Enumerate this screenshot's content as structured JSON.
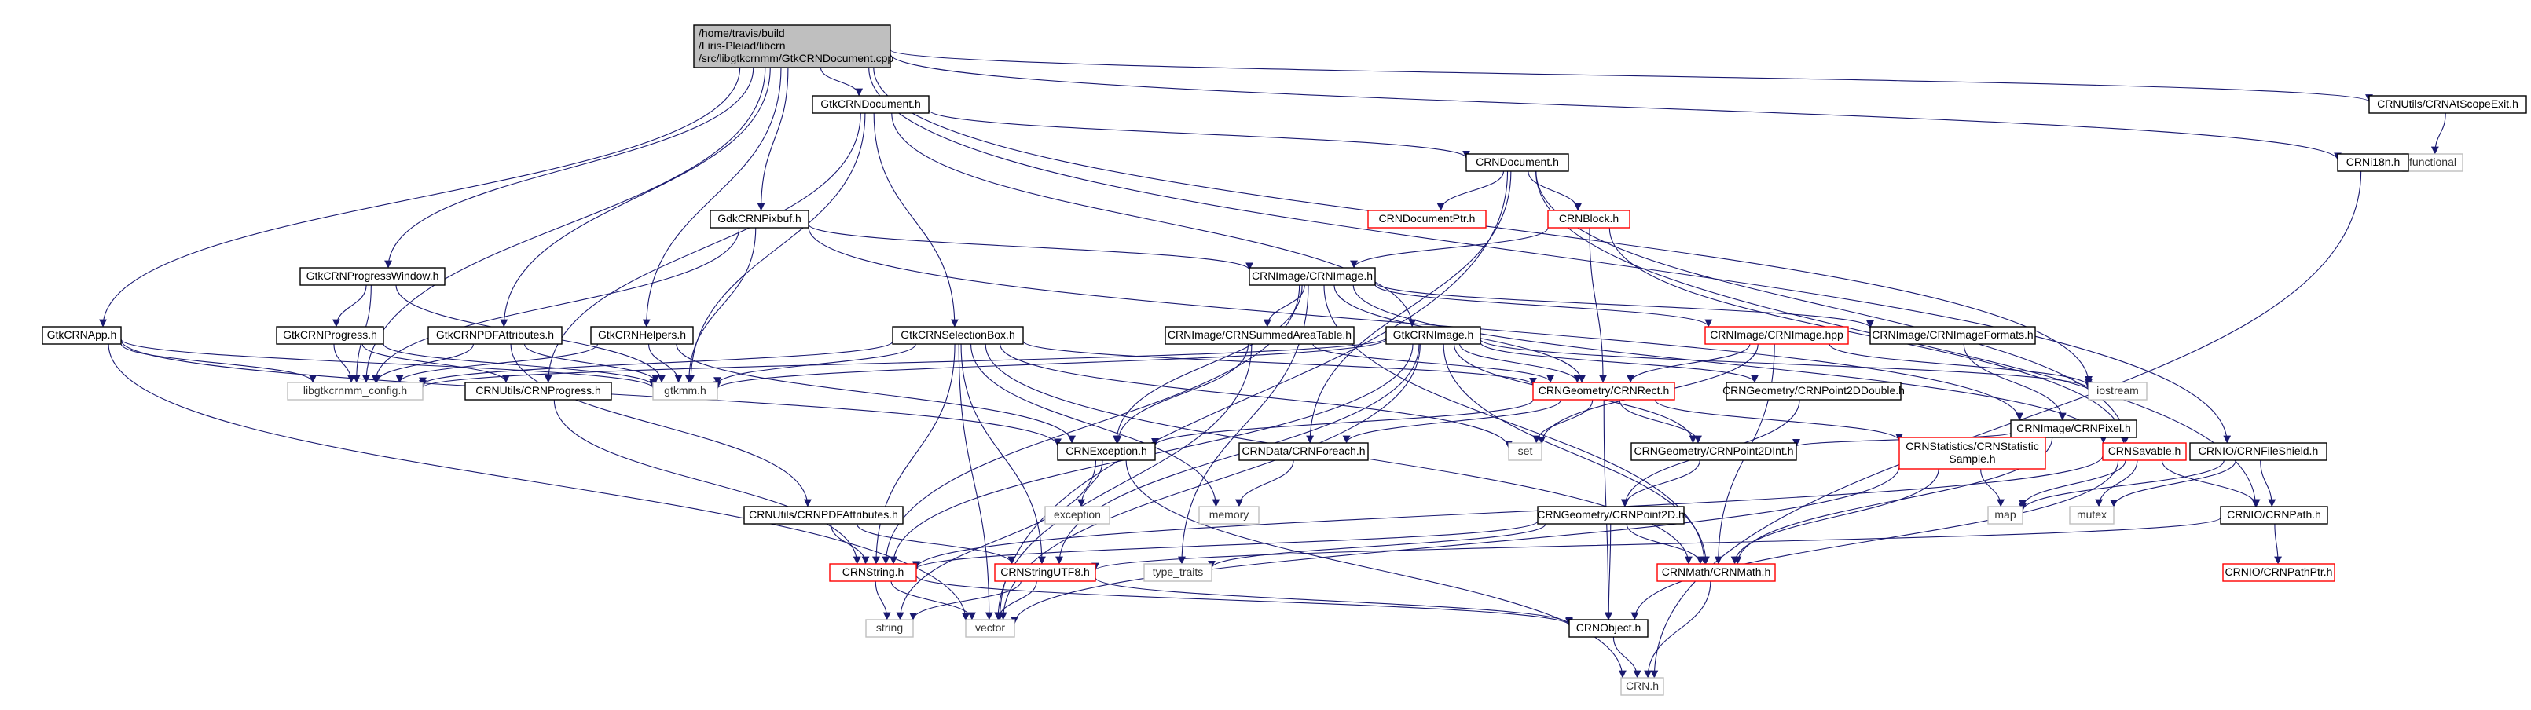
{
  "diagram": {
    "colors": {
      "root_fill": "#bfbfbf",
      "doc_border": "#000000",
      "missing_border": "#ff0000",
      "external_border": "#bfbfbf",
      "edge": "#191970"
    },
    "nodes": [
      {
        "id": "root",
        "lines": [
          "/home/travis/build",
          "/Liris-Pleiad/libcrn",
          "/src/libgtkcrnmm/GtkCRNDocument.cpp"
        ],
        "kind": "root"
      },
      {
        "id": "gtkcrndocument_h",
        "lines": [
          "GtkCRNDocument.h"
        ],
        "kind": "doc"
      },
      {
        "id": "crnutils_crnatscopeexit_h",
        "lines": [
          "CRNUtils/CRNAtScopeExit.h"
        ],
        "kind": "doc"
      },
      {
        "id": "functional",
        "lines": [
          "functional"
        ],
        "kind": "external"
      },
      {
        "id": "crni18n_h",
        "lines": [
          "CRNi18n.h"
        ],
        "kind": "doc"
      },
      {
        "id": "crndocument_h",
        "lines": [
          "CRNDocument.h"
        ],
        "kind": "doc"
      },
      {
        "id": "crndocumentptr_h",
        "lines": [
          "CRNDocumentPtr.h"
        ],
        "kind": "missing"
      },
      {
        "id": "crnblock_h",
        "lines": [
          "CRNBlock.h"
        ],
        "kind": "missing"
      },
      {
        "id": "gdkcrnpixbuf_h",
        "lines": [
          "GdkCRNPixbuf.h"
        ],
        "kind": "doc"
      },
      {
        "id": "crnimage_crnimage_h",
        "lines": [
          "CRNImage/CRNImage.h"
        ],
        "kind": "doc"
      },
      {
        "id": "gtkcrnprogresswindow_h",
        "lines": [
          "GtkCRNProgressWindow.h"
        ],
        "kind": "doc"
      },
      {
        "id": "gtkcrnprogress_h",
        "lines": [
          "GtkCRNProgress.h"
        ],
        "kind": "doc"
      },
      {
        "id": "gtkcrnpdfattributes_h",
        "lines": [
          "GtkCRNPDFAttributes.h"
        ],
        "kind": "doc"
      },
      {
        "id": "gtkcrnhelpers_h",
        "lines": [
          "GtkCRNHelpers.h"
        ],
        "kind": "doc"
      },
      {
        "id": "gtkcrnapp_h",
        "lines": [
          "GtkCRNApp.h"
        ],
        "kind": "doc"
      },
      {
        "id": "libgtkcrnmm_config_h",
        "lines": [
          "libgtkcrnmm_config.h"
        ],
        "kind": "external"
      },
      {
        "id": "gtkmm_h",
        "lines": [
          "gtkmm.h"
        ],
        "kind": "external"
      },
      {
        "id": "crnutils_crnprogress_h",
        "lines": [
          "CRNUtils/CRNProgress.h"
        ],
        "kind": "doc"
      },
      {
        "id": "gtkcrnselectionbox_h",
        "lines": [
          "GtkCRNSelectionBox.h"
        ],
        "kind": "doc"
      },
      {
        "id": "crnimage_crnsummedareatable_h",
        "lines": [
          "CRNImage/CRNSummedAreaTable.h"
        ],
        "kind": "doc"
      },
      {
        "id": "gtkcrnimage_h",
        "lines": [
          "GtkCRNImage.h"
        ],
        "kind": "doc"
      },
      {
        "id": "crnimage_crnimage_hpp",
        "lines": [
          "CRNImage/CRNImage.hpp"
        ],
        "kind": "missing"
      },
      {
        "id": "crnimage_crnimageformats_h",
        "lines": [
          "CRNImage/CRNImageFormats.h"
        ],
        "kind": "doc"
      },
      {
        "id": "crngeometry_crnrect_h",
        "lines": [
          "CRNGeometry/CRNRect.h"
        ],
        "kind": "missing"
      },
      {
        "id": "crngeometry_crnpoint2ddouble_h",
        "lines": [
          "CRNGeometry/CRNPoint2DDouble.h"
        ],
        "kind": "doc"
      },
      {
        "id": "iostream",
        "lines": [
          "iostream"
        ],
        "kind": "external"
      },
      {
        "id": "crnimage_crnpixel_h",
        "lines": [
          "CRNImage/CRNPixel.h"
        ],
        "kind": "doc"
      },
      {
        "id": "crnexception_h",
        "lines": [
          "CRNException.h"
        ],
        "kind": "doc"
      },
      {
        "id": "crndata_crnforeach_h",
        "lines": [
          "CRNData/CRNForeach.h"
        ],
        "kind": "doc"
      },
      {
        "id": "set",
        "lines": [
          "set"
        ],
        "kind": "external"
      },
      {
        "id": "crngeometry_crnpoint2dint_h",
        "lines": [
          "CRNGeometry/CRNPoint2DInt.h"
        ],
        "kind": "doc"
      },
      {
        "id": "crnstatistics_crnstatisticsample_h",
        "lines": [
          "CRNStatistics/CRNStatistic",
          "Sample.h"
        ],
        "kind": "missing"
      },
      {
        "id": "crnsavable_h",
        "lines": [
          "CRNSavable.h"
        ],
        "kind": "missing"
      },
      {
        "id": "crnio_crnfileshield_h",
        "lines": [
          "CRNIO/CRNFileShield.h"
        ],
        "kind": "doc"
      },
      {
        "id": "exception",
        "lines": [
          "exception"
        ],
        "kind": "external"
      },
      {
        "id": "memory",
        "lines": [
          "memory"
        ],
        "kind": "external"
      },
      {
        "id": "crnutils_crnpdfattributes_h",
        "lines": [
          "CRNUtils/CRNPDFAttributes.h"
        ],
        "kind": "doc"
      },
      {
        "id": "crngeometry_crnpoint2d_h",
        "lines": [
          "CRNGeometry/CRNPoint2D.h"
        ],
        "kind": "doc"
      },
      {
        "id": "map",
        "lines": [
          "map"
        ],
        "kind": "external"
      },
      {
        "id": "mutex",
        "lines": [
          "mutex"
        ],
        "kind": "external"
      },
      {
        "id": "crnio_crnpath_h",
        "lines": [
          "CRNIO/CRNPath.h"
        ],
        "kind": "doc"
      },
      {
        "id": "crnstring_h",
        "lines": [
          "CRNString.h"
        ],
        "kind": "missing"
      },
      {
        "id": "crnstringutf8_h",
        "lines": [
          "CRNStringUTF8.h"
        ],
        "kind": "missing"
      },
      {
        "id": "type_traits",
        "lines": [
          "type_traits"
        ],
        "kind": "external"
      },
      {
        "id": "crnmath_crnmath_h",
        "lines": [
          "CRNMath/CRNMath.h"
        ],
        "kind": "missing"
      },
      {
        "id": "crnio_crnpathptr_h",
        "lines": [
          "CRNIO/CRNPathPtr.h"
        ],
        "kind": "missing"
      },
      {
        "id": "string",
        "lines": [
          "string"
        ],
        "kind": "external"
      },
      {
        "id": "vector",
        "lines": [
          "vector"
        ],
        "kind": "external"
      },
      {
        "id": "crnobject_h",
        "lines": [
          "CRNObject.h"
        ],
        "kind": "doc"
      },
      {
        "id": "crn_h",
        "lines": [
          "CRN.h"
        ],
        "kind": "external"
      }
    ],
    "edges": [
      [
        "root",
        "gtkcrndocument_h"
      ],
      [
        "root",
        "crnutils_crnatscopeexit_h"
      ],
      [
        "root",
        "crni18n_h"
      ],
      [
        "root",
        "gdkcrnpixbuf_h"
      ],
      [
        "root",
        "gtkcrnprogresswindow_h"
      ],
      [
        "root",
        "gtkcrnpdfattributes_h"
      ],
      [
        "root",
        "gtkcrnhelpers_h"
      ],
      [
        "root",
        "gtkcrnapp_h"
      ],
      [
        "root",
        "libgtkcrnmm_config_h"
      ],
      [
        "root",
        "crnio_crnfileshield_h"
      ],
      [
        "root",
        "iostream"
      ],
      [
        "crnutils_crnatscopeexit_h",
        "functional"
      ],
      [
        "crni18n_h",
        "crn_h"
      ],
      [
        "gtkcrndocument_h",
        "crndocument_h"
      ],
      [
        "gtkcrndocument_h",
        "gtkcrnselectionbox_h"
      ],
      [
        "gtkcrndocument_h",
        "gtkcrnimage_h"
      ],
      [
        "gtkcrndocument_h",
        "gtkmm_h"
      ],
      [
        "gtkcrndocument_h",
        "crnutils_crnprogress_h"
      ],
      [
        "crndocument_h",
        "crndocumentptr_h"
      ],
      [
        "crndocument_h",
        "crnblock_h"
      ],
      [
        "crndocument_h",
        "crnsavable_h"
      ],
      [
        "crndocument_h",
        "crnio_crnpath_h"
      ],
      [
        "crndocument_h",
        "crndata_crnforeach_h"
      ],
      [
        "crndocument_h",
        "vector"
      ],
      [
        "crnblock_h",
        "crnimage_crnimage_h"
      ],
      [
        "crnblock_h",
        "crngeometry_crnrect_h"
      ],
      [
        "crnblock_h",
        "crnsavable_h"
      ],
      [
        "gdkcrnpixbuf_h",
        "crnimage_crnimage_h"
      ],
      [
        "gdkcrnpixbuf_h",
        "gtkmm_h"
      ],
      [
        "gdkcrnpixbuf_h",
        "libgtkcrnmm_config_h"
      ],
      [
        "gdkcrnpixbuf_h",
        "crnimage_crnpixel_h"
      ],
      [
        "crnimage_crnimage_h",
        "crnimage_crnsummedareatable_h"
      ],
      [
        "crnimage_crnimage_h",
        "crnimage_crnimage_hpp"
      ],
      [
        "crnimage_crnimage_h",
        "crnimage_crnimageformats_h"
      ],
      [
        "crnimage_crnimage_h",
        "crnexception_h"
      ],
      [
        "crnimage_crnimage_h",
        "type_traits"
      ],
      [
        "crnimage_crnimage_h",
        "crnstring_h"
      ],
      [
        "crnimage_crnimage_h",
        "crnmath_crnmath_h"
      ],
      [
        "crnimage_crnimage_h",
        "crngeometry_crnrect_h"
      ],
      [
        "crnimage_crnimage_h",
        "crnsavable_h"
      ],
      [
        "gtkcrnprogresswindow_h",
        "gtkcrnprogress_h"
      ],
      [
        "gtkcrnprogresswindow_h",
        "gtkmm_h"
      ],
      [
        "gtkcrnprogresswindow_h",
        "libgtkcrnmm_config_h"
      ],
      [
        "gtkcrnprogress_h",
        "crnutils_crnprogress_h"
      ],
      [
        "gtkcrnprogress_h",
        "gtkmm_h"
      ],
      [
        "gtkcrnprogress_h",
        "libgtkcrnmm_config_h"
      ],
      [
        "gtkcrnpdfattributes_h",
        "crnutils_crnpdfattributes_h"
      ],
      [
        "gtkcrnpdfattributes_h",
        "gtkmm_h"
      ],
      [
        "gtkcrnpdfattributes_h",
        "libgtkcrnmm_config_h"
      ],
      [
        "gtkcrnhelpers_h",
        "gtkmm_h"
      ],
      [
        "gtkcrnhelpers_h",
        "libgtkcrnmm_config_h"
      ],
      [
        "gtkcrnhelpers_h",
        "crnexception_h"
      ],
      [
        "gtkcrnapp_h",
        "gtkmm_h"
      ],
      [
        "gtkcrnapp_h",
        "libgtkcrnmm_config_h"
      ],
      [
        "gtkcrnapp_h",
        "crnexception_h"
      ],
      [
        "gtkcrnapp_h",
        "vector"
      ],
      [
        "crnutils_crnprogress_h",
        "crnstring_h"
      ],
      [
        "gtkcrnselectionbox_h",
        "gtkmm_h"
      ],
      [
        "gtkcrnselectionbox_h",
        "libgtkcrnmm_config_h"
      ],
      [
        "gtkcrnselectionbox_h",
        "crngeometry_crnrect_h"
      ],
      [
        "gtkcrnselectionbox_h",
        "set"
      ],
      [
        "gtkcrnselectionbox_h",
        "memory"
      ],
      [
        "gtkcrnselectionbox_h",
        "crnstring_h"
      ],
      [
        "gtkcrnselectionbox_h",
        "crnstringutf8_h"
      ],
      [
        "gtkcrnselectionbox_h",
        "vector"
      ],
      [
        "gtkcrnselectionbox_h",
        "crnmath_crnmath_h"
      ],
      [
        "crnimage_crnsummedareatable_h",
        "crngeometry_crnrect_h"
      ],
      [
        "crnimage_crnsummedareatable_h",
        "crnexception_h"
      ],
      [
        "crnimage_crnsummedareatable_h",
        "vector"
      ],
      [
        "gtkcrnimage_h",
        "gtkmm_h"
      ],
      [
        "gtkcrnimage_h",
        "libgtkcrnmm_config_h"
      ],
      [
        "gtkcrnimage_h",
        "crngeometry_crnrect_h"
      ],
      [
        "gtkcrnimage_h",
        "crngeometry_crnpoint2ddouble_h"
      ],
      [
        "gtkcrnimage_h",
        "crngeometry_crnpoint2dint_h"
      ],
      [
        "gtkcrnimage_h",
        "iostream"
      ],
      [
        "gtkcrnimage_h",
        "crnstring_h"
      ],
      [
        "gtkcrnimage_h",
        "crnstringutf8_h"
      ],
      [
        "gtkcrnimage_h",
        "vector"
      ],
      [
        "gtkcrnimage_h",
        "crnmath_crnmath_h"
      ],
      [
        "crnimage_crnimage_hpp",
        "crngeometry_crnrect_h"
      ],
      [
        "crnimage_crnimage_hpp",
        "iostream"
      ],
      [
        "crnimage_crnimage_hpp",
        "set"
      ],
      [
        "crnimage_crnimage_hpp",
        "crnmath_crnmath_h"
      ],
      [
        "crnimage_crnimageformats_h",
        "crnimage_crnpixel_h"
      ],
      [
        "crnimage_crnpixel_h",
        "crngeometry_crnpoint2dint_h"
      ],
      [
        "crnimage_crnpixel_h",
        "crnmath_crnmath_h"
      ],
      [
        "crngeometry_crnrect_h",
        "crnexception_h"
      ],
      [
        "crngeometry_crnrect_h",
        "crndata_crnforeach_h"
      ],
      [
        "crngeometry_crnrect_h",
        "set"
      ],
      [
        "crngeometry_crnrect_h",
        "crngeometry_crnpoint2dint_h"
      ],
      [
        "crngeometry_crnrect_h",
        "crnstatistics_crnstatisticsample_h"
      ],
      [
        "crngeometry_crnrect_h",
        "crnobject_h"
      ],
      [
        "crngeometry_crnpoint2ddouble_h",
        "crngeometry_crnpoint2d_h"
      ],
      [
        "crngeometry_crnpoint2dint_h",
        "crngeometry_crnpoint2d_h"
      ],
      [
        "crnexception_h",
        "exception"
      ],
      [
        "crnexception_h",
        "string"
      ],
      [
        "crnexception_h",
        "crn_h"
      ],
      [
        "crndata_crnforeach_h",
        "memory"
      ],
      [
        "crnstatistics_crnstatisticsample_h",
        "map"
      ],
      [
        "crnstatistics_crnstatisticsample_h",
        "vector"
      ],
      [
        "crnstatistics_crnstatisticsample_h",
        "crnmath_crnmath_h"
      ],
      [
        "crnsavable_h",
        "map"
      ],
      [
        "crnsavable_h",
        "mutex"
      ],
      [
        "crnsavable_h",
        "crnio_crnpath_h"
      ],
      [
        "crnsavable_h",
        "crnobject_h"
      ],
      [
        "crnsavable_h",
        "crnstring_h"
      ],
      [
        "crnio_crnfileshield_h",
        "map"
      ],
      [
        "crnio_crnfileshield_h",
        "mutex"
      ],
      [
        "crnio_crnfileshield_h",
        "crnio_crnpath_h"
      ],
      [
        "crnutils_crnpdfattributes_h",
        "crnstring_h"
      ],
      [
        "crnutils_crnpdfattributes_h",
        "crnstringutf8_h"
      ],
      [
        "crngeometry_crnpoint2d_h",
        "crnmath_crnmath_h"
      ],
      [
        "crngeometry_crnpoint2d_h",
        "type_traits"
      ],
      [
        "crngeometry_crnpoint2d_h",
        "crnobject_h"
      ],
      [
        "crngeometry_crnpoint2d_h",
        "crnstring_h"
      ],
      [
        "crnio_crnpath_h",
        "crnio_crnpathptr_h"
      ],
      [
        "crnio_crnpath_h",
        "crnstringutf8_h"
      ],
      [
        "crnstring_h",
        "string"
      ],
      [
        "crnstring_h",
        "vector"
      ],
      [
        "crnstring_h",
        "crnobject_h"
      ],
      [
        "crnstringutf8_h",
        "string"
      ],
      [
        "crnstringutf8_h",
        "vector"
      ],
      [
        "crnstringutf8_h",
        "crnobject_h"
      ],
      [
        "crnmath_crnmath_h",
        "crn_h"
      ],
      [
        "crnobject_h",
        "crn_h"
      ]
    ]
  }
}
